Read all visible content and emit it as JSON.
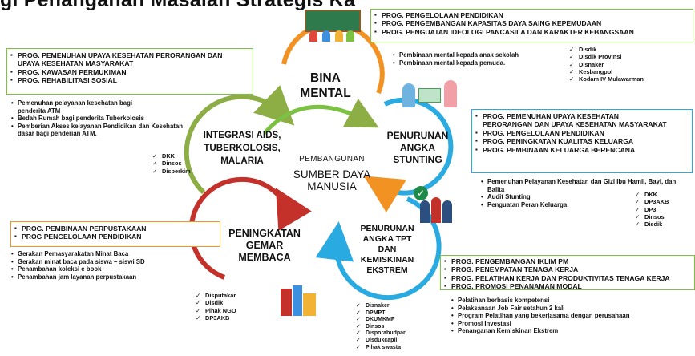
{
  "page_title": "gi Penanganan Masalah Strategis Ka",
  "center": {
    "line1": "PEMBANGUNAN",
    "line2": "SUMBER DAYA\nMANUSIA"
  },
  "segments": {
    "bina_mental": "BINA\nMENTAL",
    "stunting": "PENURUNAN\nANGKA\nSTUNTING",
    "tpt": "PENURUNAN\nANGKA TPT\nDAN\nKEMISKINAN\nEKSTREM",
    "baca": "PENINGKATAN\nGEMAR\nMEMBACA",
    "aids": "INTEGRASI AIDS,\nTUBERKOLOSIS,\nMALARIA"
  },
  "bina_mental": {
    "programs": [
      "PROG. PENGELOLAAN PENDIDIKAN",
      "PROG. PENGEMBANGAN KAPASITAS DAYA SAING KEPEMUDAAN",
      "PROG. PENGUATAN IDEOLOGI PANCASILA DAN KARAKTER KEBANGSAAN"
    ],
    "activities": [
      "Pembinaan mental kepada anak sekolah",
      "Pembinaan mental kepada pemuda."
    ],
    "agencies": [
      "Disdik",
      "Disdik Provinsi",
      "Disnaker",
      "Kesbangpol",
      "Kodam IV Mulawarman"
    ]
  },
  "aids": {
    "programs": [
      "PROG. PEMENUHAN UPAYA KESEHATAN PERORANGAN DAN UPAYA KESEHATAN MASYARAKAT",
      "PROG. KAWASAN PERMUKIMAN",
      "PROG. REHABILITASI SOSIAL"
    ],
    "activities": [
      "Pemenuhan pelayanan kesehatan bagi penderita ATM",
      "Bedah Rumah bagi penderita Tuberkolosis",
      "Pemberian Akses kelayanan Pendidikan dan Kesehatan dasar bagi penderian ATM."
    ],
    "agencies": [
      "DKK",
      "Dinsos",
      "Disperkim"
    ]
  },
  "stunting": {
    "programs": [
      "PROG. PEMENUHAN UPAYA KESEHATAN PERORANGAN DAN UPAYA KESEHATAN MASYARAKAT",
      "PROG. PENGELOLAAN PENDIDIKAN",
      "PROG. PENINGKATAN KUALITAS KELUARGA",
      "PROG. PEMBINAAN KELUARGA BERENCANA"
    ],
    "activities": [
      "Pemenuhan Pelayanan Kesehatan dan Gizi Ibu Hamil, Bayi, dan Balita",
      "Audit Stunting",
      "Penguatan Peran Keluarga"
    ],
    "agencies": [
      "DKK",
      "DP3AKB",
      "DP3",
      "Dinsos",
      "Disdik"
    ]
  },
  "baca": {
    "programs": [
      "PROG. PEMBINAAN PERPUSTAKAAN",
      "PROG PENGELOLAAN PENDIDIKAN"
    ],
    "activities": [
      "Gerakan Pemasyarakatan Minat Baca",
      "Gerakan minat baca pada siswa – siswi SD",
      "Penambahan koleksi e book",
      "Penambahan  jam layanan perpustakaan"
    ],
    "agencies": [
      "Disputakar",
      "Disdik",
      "Pihak NGO",
      "DP3AKB"
    ]
  },
  "tpt": {
    "programs": [
      "PROG. PENGEMBANGAN IKLIM PM",
      "PROG. PENEMPATAN TENAGA KERJA",
      "PROG. PELATIHAN KERJA DAN PRODUKTIVITAS TENAGA KERJA",
      "PROG. PROMOSI PENANAMAN MODAL"
    ],
    "activities": [
      "Pelatihan berbasis kompetensi",
      "Pelaksanaan Job Fair setahun 2 kali",
      "Program Pelatihan yang bekerjasama dengan perusahaan",
      "Promosi Investasi",
      "Penanganan Kemiskinan Ekstrem"
    ],
    "agencies": [
      "Disnaker",
      "DPMPT",
      "DKUMKMP",
      "Dinsos",
      "Disporabudpar",
      "Disdukcapil",
      "Pihak swasta"
    ]
  },
  "colors": {
    "green": "#7cc242",
    "blue": "#29aae1",
    "orange": "#f29222",
    "red": "#c4312a",
    "olive": "#8cae45"
  }
}
